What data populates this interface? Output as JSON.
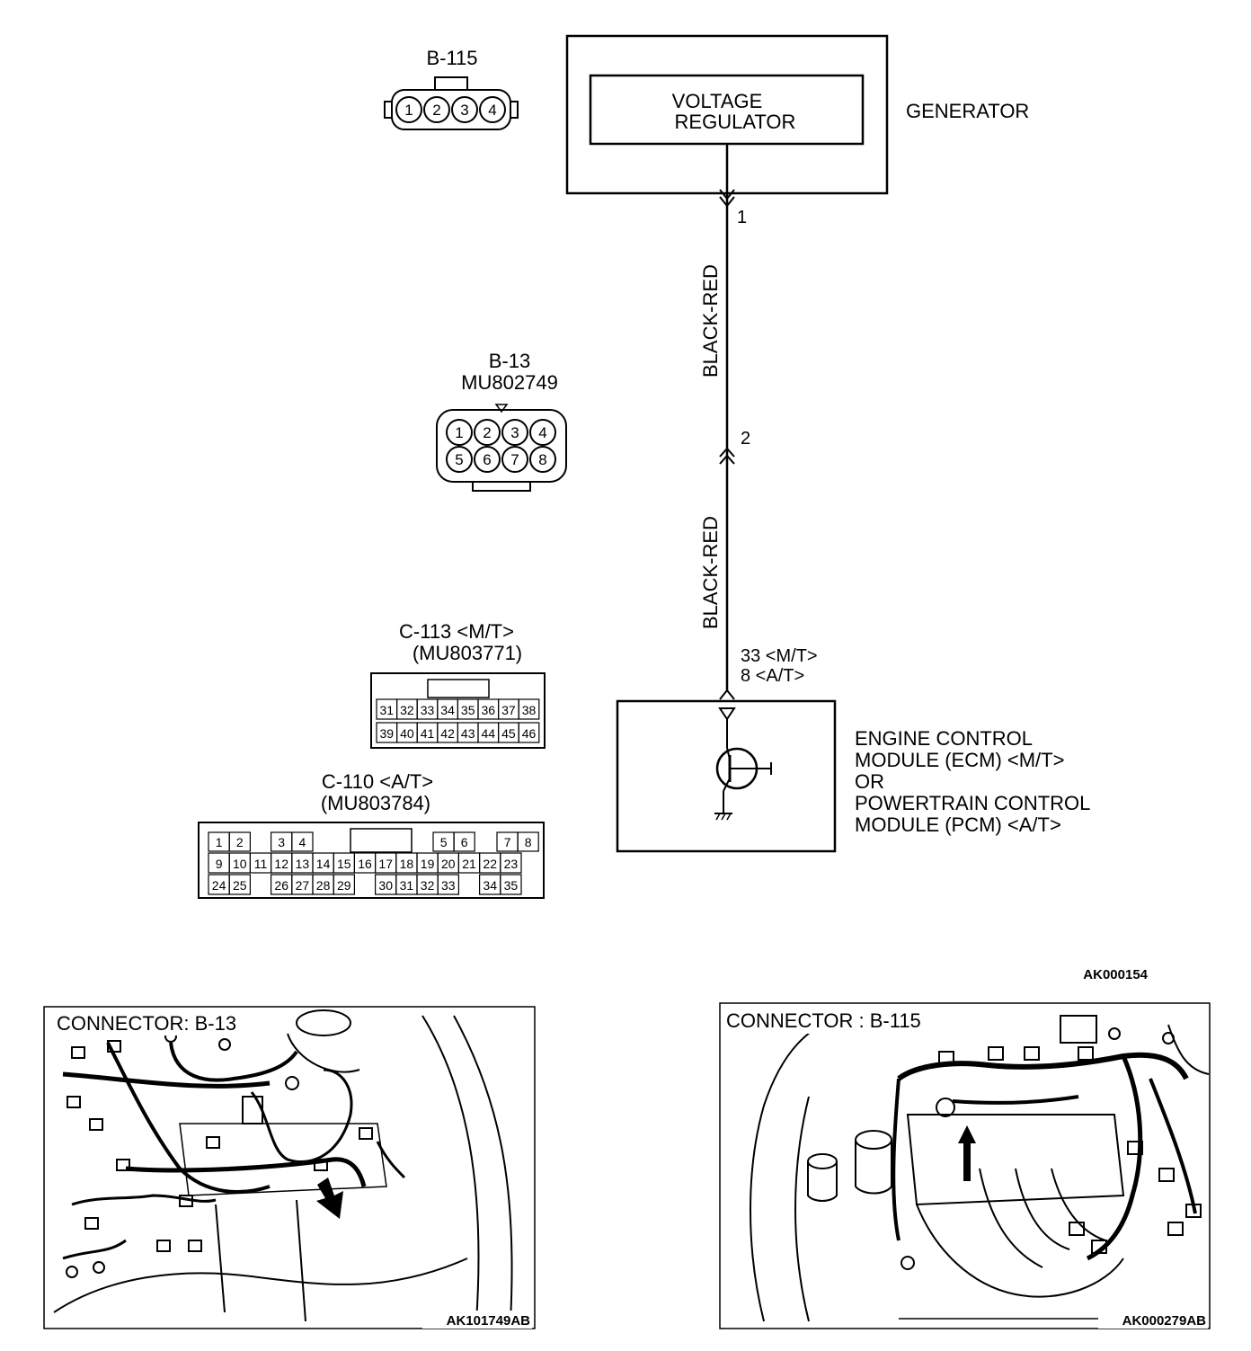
{
  "generator": {
    "regulator_line1": "VOLTAGE",
    "regulator_line2": "REGULATOR",
    "label": "GENERATOR"
  },
  "wire": {
    "color_upper": "BLACK-RED",
    "color_lower": "BLACK-RED",
    "pin_generator": "1",
    "pin_b13": "2",
    "pin_ecm_mt": "33 <M/T>",
    "pin_ecm_at": "8 <A/T>"
  },
  "ecm": {
    "line1": "ENGINE CONTROL",
    "line2": "MODULE (ECM) <M/T>",
    "line3": "OR",
    "line4": "POWERTRAIN CONTROL",
    "line5": "MODULE (PCM) <A/T>"
  },
  "connector_b115": {
    "title": "B-115",
    "pins": [
      "1",
      "2",
      "3",
      "4"
    ]
  },
  "connector_b13": {
    "title": "B-13",
    "part": "MU802749",
    "pins_top": [
      "1",
      "2",
      "3",
      "4"
    ],
    "pins_bottom": [
      "5",
      "6",
      "7",
      "8"
    ]
  },
  "connector_c113": {
    "title": "C-113 <M/T>",
    "part": "(MU803771)",
    "row1": [
      "31",
      "32",
      "33",
      "34",
      "35",
      "36",
      "37",
      "38"
    ],
    "row2": [
      "39",
      "40",
      "41",
      "42",
      "43",
      "44",
      "45",
      "46"
    ]
  },
  "connector_c110": {
    "title": "C-110 <A/T>",
    "part": "(MU803784)",
    "row1": [
      "1",
      "2",
      "",
      "3",
      "4",
      "",
      "",
      "",
      "",
      "",
      "",
      "5",
      "6",
      "",
      "7",
      "8"
    ],
    "row2": [
      "9",
      "10",
      "11",
      "12",
      "13",
      "14",
      "15",
      "16",
      "17",
      "18",
      "19",
      "20",
      "21",
      "22",
      "23"
    ],
    "row3": [
      "24",
      "25",
      "",
      "26",
      "27",
      "28",
      "29",
      "",
      "30",
      "31",
      "32",
      "33",
      "",
      "34",
      "35"
    ]
  },
  "diagram_code": "AK000154",
  "photo_left": {
    "caption": "CONNECTOR: B-13",
    "code": "AK101749AB"
  },
  "photo_right": {
    "caption": "CONNECTOR : B-115",
    "code": "AK000279AB"
  }
}
